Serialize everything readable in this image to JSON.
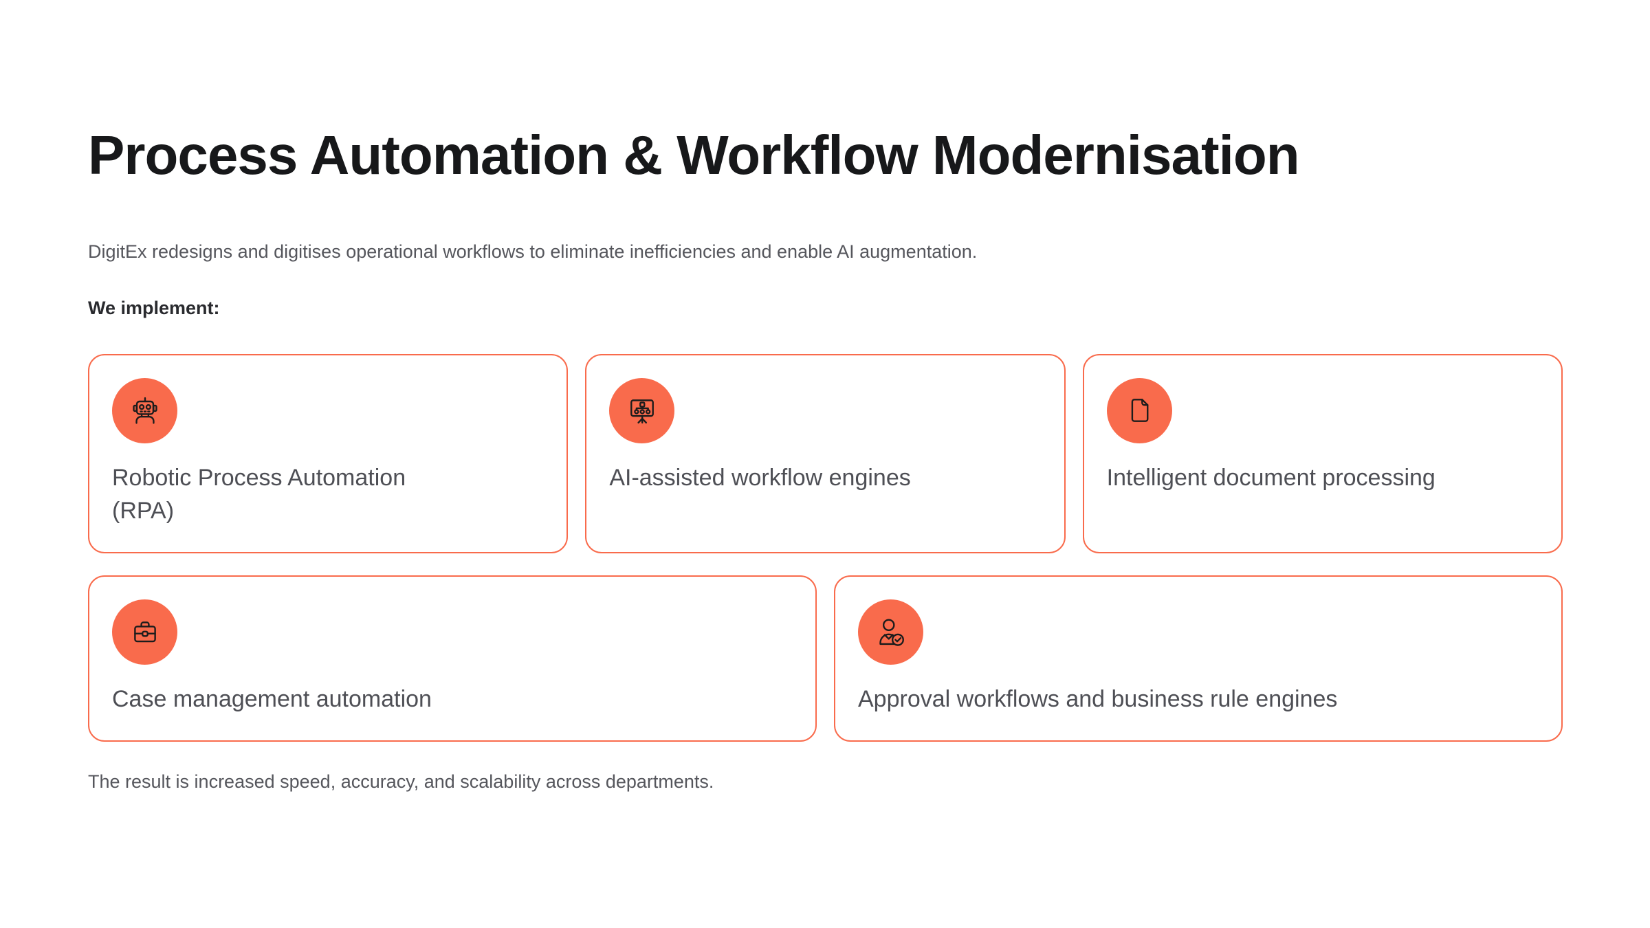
{
  "page": {
    "title": "Process Automation & Workflow Modernisation",
    "subtitle": "DigitEx redesigns and digitises operational workflows to eliminate inefficiencies and enable AI augmentation.",
    "implement_label": "We implement:",
    "result_text": "The result is increased speed, accuracy, and scalability across departments."
  },
  "colors": {
    "accent": "#F96B4C",
    "title_text": "#17181A",
    "body_text": "#55565C",
    "card_label_text": "#4E4F55"
  },
  "cards": [
    {
      "label": "Robotic Process Automation (RPA)",
      "icon": "robot-icon"
    },
    {
      "label": "AI-assisted workflow engines",
      "icon": "workflow-presentation-icon"
    },
    {
      "label": "Intelligent document processing",
      "icon": "document-icon"
    },
    {
      "label": "Case management automation",
      "icon": "briefcase-icon"
    },
    {
      "label": "Approval workflows and business rule engines",
      "icon": "person-check-icon"
    }
  ]
}
